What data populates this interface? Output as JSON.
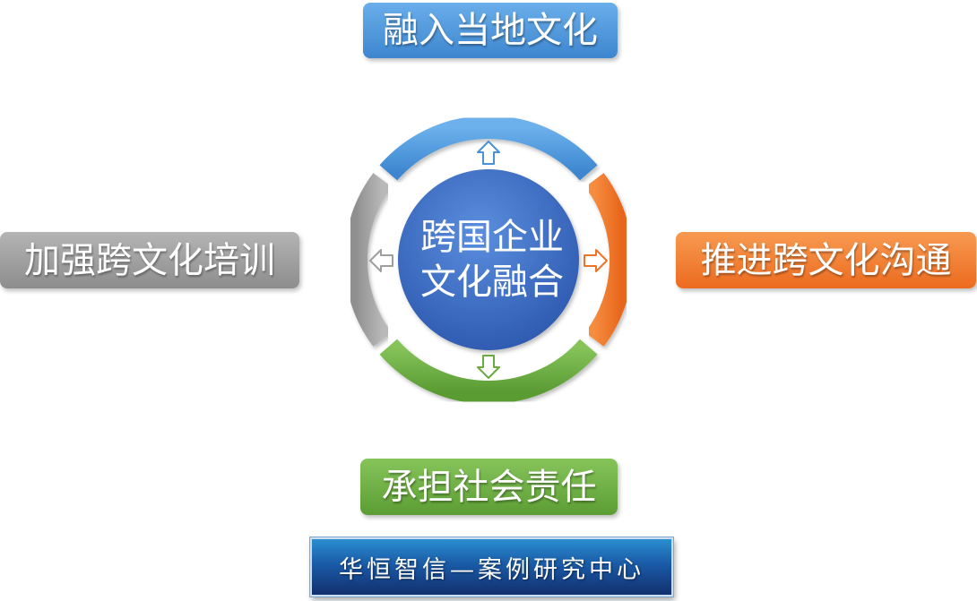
{
  "diagram": {
    "center": {
      "line1": "跨国企业",
      "line2": "文化融合"
    },
    "top": {
      "label": "融入当地文化",
      "color": "#4a90d9"
    },
    "right": {
      "label": "推进跨文化沟通",
      "color": "#ee7428"
    },
    "bottom": {
      "label": "承担社会责任",
      "color": "#6aaa40"
    },
    "left": {
      "label": "加强跨文化培训",
      "color": "#9e9e9e"
    }
  },
  "footer": {
    "text": "华恒智信—案例研究中心"
  }
}
